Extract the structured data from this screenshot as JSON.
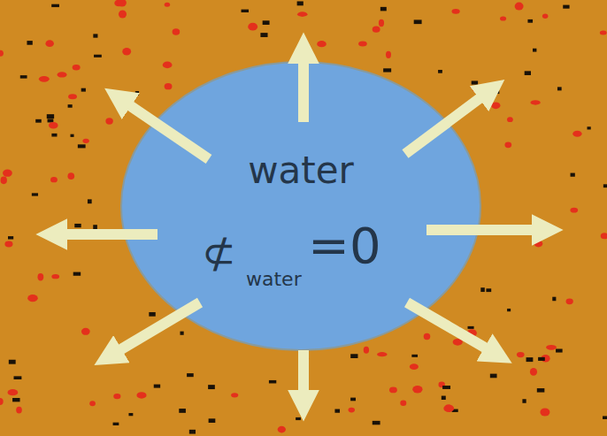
{
  "diagram": {
    "nodes": [
      {
        "text": [
          "water",
          "⊄",
          "water",
          "=0"
        ]
      }
    ]
  }
}
